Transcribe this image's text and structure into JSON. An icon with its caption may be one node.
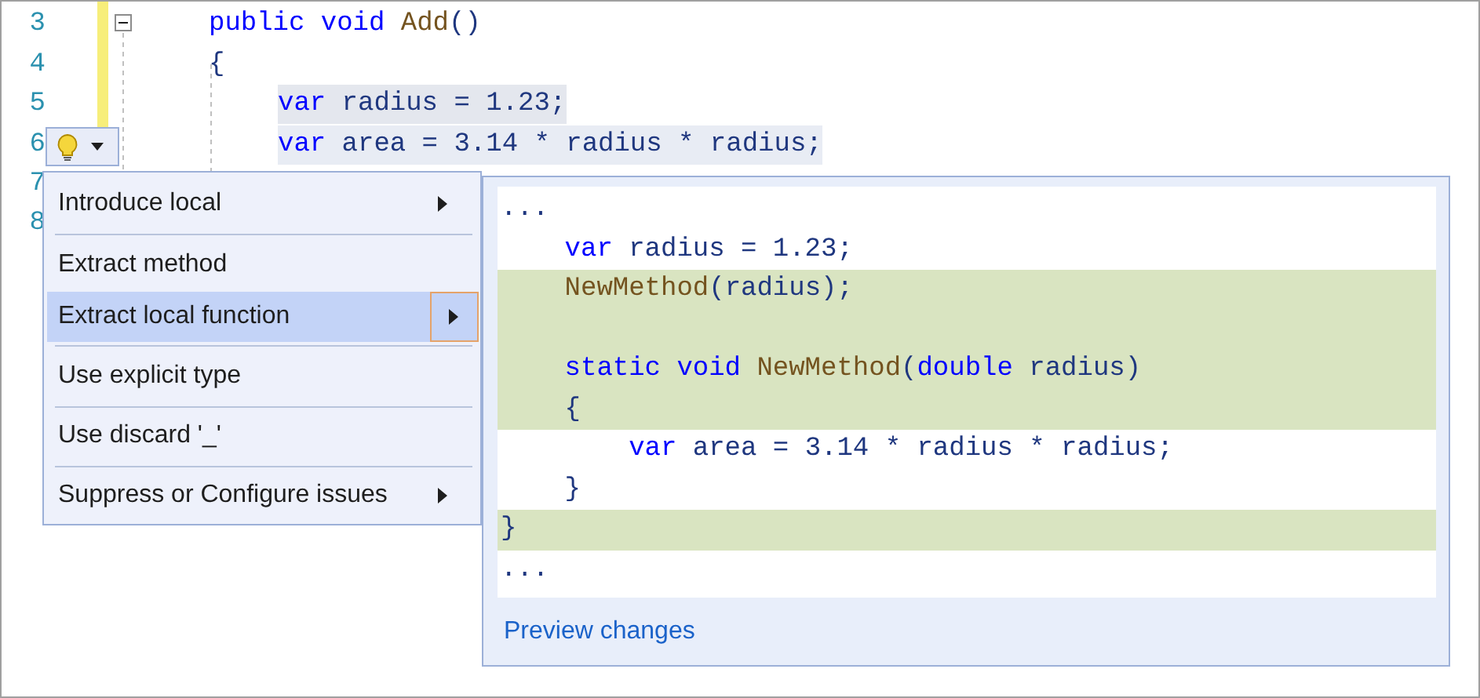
{
  "diagram": {
    "labels": [
      "3",
      "public",
      "void",
      "Add",
      "()",
      "4",
      "{",
      "5",
      "var",
      "radius = 1.23;",
      "6",
      "var",
      "area = 3.14 * radius * radius;",
      "7",
      "8",
      "Introduce local",
      "Extract method",
      "Extract local function",
      "Use explicit type",
      "Use discard '_'",
      "Suppress or Configure issues",
      "...",
      "var",
      "radius = 1.23;",
      "NewMethod",
      "(radius);",
      "static",
      "void",
      "NewMethod",
      "(",
      "double",
      "radius)",
      "{",
      "var",
      "area = 3.14 * radius * radius;",
      "}",
      "}",
      "...",
      "Preview changes"
    ]
  }
}
